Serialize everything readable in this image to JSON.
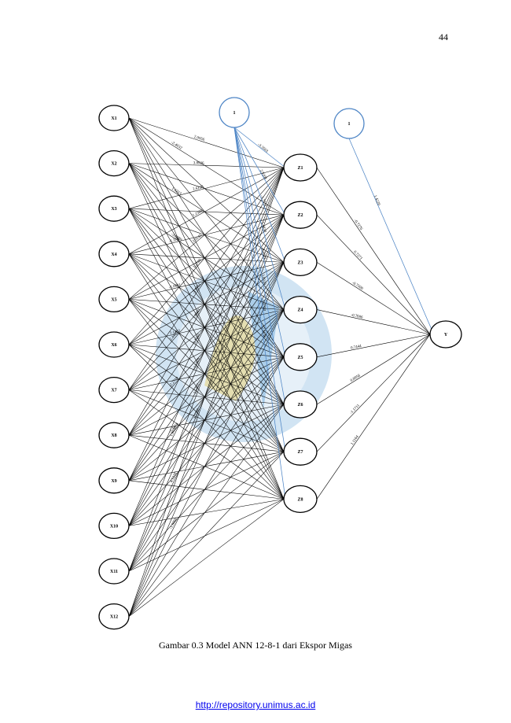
{
  "page": {
    "number": "44",
    "caption": "Gambar 0.3 Model ANN 12-8-1 dari Ekspor Migas",
    "footer_url": "http://repository.unimus.ac.id"
  },
  "diagram": {
    "input_nodes": [
      "X1",
      "X2",
      "X3",
      "X4",
      "X5",
      "X6",
      "X7",
      "X8",
      "X9",
      "X10",
      "X11",
      "X12"
    ],
    "hidden_nodes": [
      "Z1",
      "Z2",
      "Z3",
      "Z4",
      "Z5",
      "Z6",
      "Z7",
      "Z8"
    ],
    "output_node": "Y",
    "bias_hidden": "1",
    "bias_output": "1",
    "colors": {
      "edge": "#000000",
      "bias_edge": "#4f86c6",
      "bias_node": "#4f86c6",
      "watermark": "#7ab2de"
    },
    "input_weights": [
      [
        "2.0956",
        "-2.4032"
      ],
      [
        "3.8926",
        "1.6213"
      ],
      [
        "2.6120",
        "-3.8813"
      ],
      [
        "1.2389",
        "-1.3760"
      ],
      [
        "2.9145",
        "-1.0891"
      ],
      [
        "1.2700",
        "3.1402"
      ],
      [
        "-3.5711",
        "2.4403"
      ],
      [
        "1.8803",
        "-2.2710"
      ],
      [
        "3.1150",
        "-1.4416"
      ],
      [
        "-2.6109",
        "1.9036"
      ],
      [
        "2.5402",
        "4.1228"
      ],
      [
        "3.3766",
        "-1.9860"
      ]
    ],
    "bias_weights": [
      "-3.3563",
      "2.9201",
      "-1.7712",
      "1.4830",
      "-2.6041",
      "3.0019",
      "1.1720",
      "-2.5138"
    ],
    "hidden_output_weights": [
      "-0.7276",
      "0.7271",
      "-0.7500",
      "-0.7606",
      "0.7444",
      "0.8956",
      "-1.1711",
      "1.1164"
    ],
    "bias_output_weight": "1.4220"
  }
}
